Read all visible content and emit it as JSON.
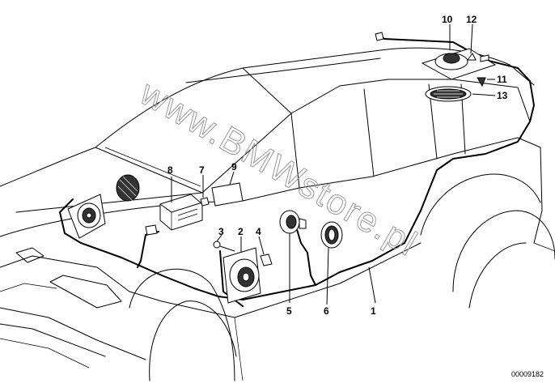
{
  "diagram": {
    "callouts": [
      {
        "id": "1",
        "label": "1"
      },
      {
        "id": "2",
        "label": "2"
      },
      {
        "id": "3",
        "label": "3"
      },
      {
        "id": "4",
        "label": "4"
      },
      {
        "id": "5",
        "label": "5"
      },
      {
        "id": "6",
        "label": "6"
      },
      {
        "id": "7",
        "label": "7"
      },
      {
        "id": "8",
        "label": "8"
      },
      {
        "id": "9",
        "label": "9"
      },
      {
        "id": "10",
        "label": "10"
      },
      {
        "id": "11",
        "label": "11"
      },
      {
        "id": "12",
        "label": "12"
      },
      {
        "id": "13",
        "label": "13"
      }
    ],
    "watermark": "www.BMWstore.pl",
    "document_number": "00009182"
  }
}
